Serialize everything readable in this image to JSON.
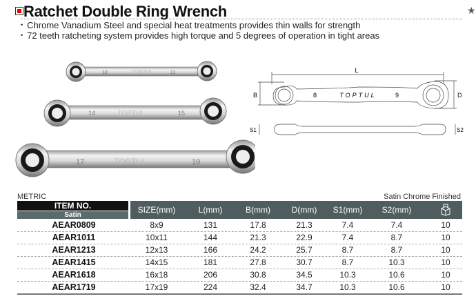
{
  "header": {
    "title": "Ratchet Double Ring Wrench",
    "star": "★"
  },
  "features": [
    "Chrome Vanadium Steel and special heat treatments provides thin walls for strength",
    "72 teeth ratcheting system provides high torque and 5 degrees of operation in tight areas"
  ],
  "photo": {
    "wrenches": [
      {
        "left": "10",
        "right": "11"
      },
      {
        "left": "14",
        "right": "15"
      },
      {
        "left": "17",
        "right": "19"
      }
    ],
    "brand": "TOPTUL"
  },
  "diagram": {
    "L": "L",
    "B": "B",
    "D": "D",
    "S1": "S1",
    "S2": "S2",
    "left_size": "8",
    "right_size": "9",
    "brand": "TOPTUL"
  },
  "table": {
    "unit_label": "METRIC",
    "finish_label": "Satin Chrome Finished",
    "item_header": "ITEM NO.",
    "item_sub": "Satin",
    "headers": [
      "SIZE(mm)",
      "L(mm)",
      "B(mm)",
      "D(mm)",
      "S1(mm)",
      "S2(mm)"
    ],
    "qty_icon": "box-icon",
    "rows": [
      [
        "AEAR0809",
        "8x9",
        "131",
        "17.8",
        "21.3",
        "7.4",
        "7.4",
        "10"
      ],
      [
        "AEAR1011",
        "10x11",
        "144",
        "21.3",
        "22.9",
        "7.4",
        "8.7",
        "10"
      ],
      [
        "AEAR1213",
        "12x13",
        "166",
        "24.2",
        "25.7",
        "8.7",
        "8.7",
        "10"
      ],
      [
        "AEAR1415",
        "14x15",
        "181",
        "27.8",
        "30.7",
        "8.7",
        "10.3",
        "10"
      ],
      [
        "AEAR1618",
        "16x18",
        "206",
        "30.8",
        "34.5",
        "10.3",
        "10.6",
        "10"
      ],
      [
        "AEAR1719",
        "17x19",
        "224",
        "32.4",
        "34.7",
        "10.3",
        "10.6",
        "10"
      ]
    ]
  }
}
